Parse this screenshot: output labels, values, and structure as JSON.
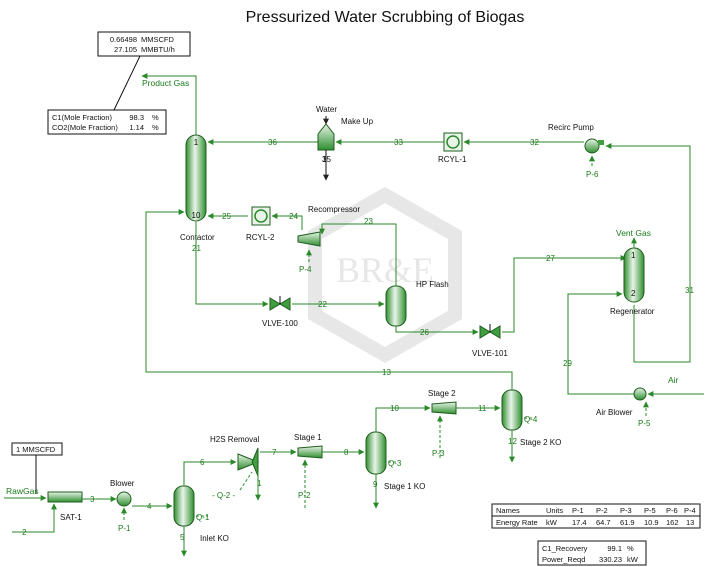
{
  "title": "Pressurized Water Scrubbing of Biogas",
  "product_box": {
    "row1_value": "0.66498",
    "row1_unit": "MMSCFD",
    "row2_value": "27.105",
    "row2_unit": "MMBTU/h"
  },
  "composition_box": {
    "row1_label": "C1(Mole Fraction)",
    "row1_value": "98.3",
    "row1_unit": "%",
    "row2_label": "CO2(Mole Fraction)",
    "row2_value": "1.14",
    "row2_unit": "%"
  },
  "feed_box": {
    "text": "1  MMSCFD"
  },
  "unit_labels": {
    "water": "Water",
    "make_up": "Make Up",
    "recirc_pump": "Recirc Pump",
    "rcyl1": "RCYL-1",
    "recompressor": "Recompressor",
    "rcyl2": "RCYL-2",
    "contactor": "Contactor",
    "hp_flash": "HP Flash",
    "vent_gas": "Vent Gas",
    "regenerator": "Regenerator",
    "vlve100": "VLVE-100",
    "vlve101": "VLVE-101",
    "air": "Air",
    "air_blower": "Air Blower",
    "h2s_removal": "H2S Removal",
    "stage1": "Stage 1",
    "stage2": "Stage 2",
    "stage1_ko": "Stage 1 KO",
    "stage2_ko": "Stage 2 KO",
    "blower": "Blower",
    "sat1": "SAT-1",
    "inlet_ko": "Inlet KO",
    "product_gas": "Product Gas",
    "raw_gas": "RawGas",
    "p1": "P-1",
    "p2": "P-2",
    "p3": "P-3",
    "p4": "P-4",
    "p5": "P-5",
    "p6": "P-6",
    "q1": "Q-1",
    "q2": "- Q-2 -",
    "q3": "Q-3",
    "q4": "Q-4",
    "tray1a": "1",
    "tray1b": "1",
    "tray2": "2",
    "tray10": "10"
  },
  "stream_numbers": {
    "s1": "1",
    "s2": "2",
    "s3": "3",
    "s4": "4",
    "s5": "5",
    "s6": "6",
    "s7": "7",
    "s8": "8",
    "s9": "9",
    "s10": "10",
    "s11": "11",
    "s12": "12",
    "s13": "13",
    "s21": "21",
    "s22": "22",
    "s23": "23",
    "s24": "24",
    "s25": "25",
    "s26": "26",
    "s27": "27",
    "s29": "29",
    "s31": "31",
    "s32": "32",
    "s33": "33",
    "s35": "35",
    "s36": "36"
  },
  "energy_table": {
    "headers": [
      "Names",
      "Units",
      "P-1",
      "P-2",
      "P-3",
      "P-5",
      "P-6",
      "P-4"
    ],
    "row": [
      "Energy Rate",
      "kW",
      "17.4",
      "64.7",
      "61.9",
      "10.9",
      "162",
      "13"
    ]
  },
  "summary_box": {
    "row1_label": "C1_Recovery",
    "row1_value": "99.1",
    "row1_unit": "%",
    "row2_label": "Power_Reqd",
    "row2_value": "330.23",
    "row2_unit": "kW"
  },
  "watermark": "BR&E",
  "colors": {
    "stream": "#2a8a2a",
    "equipment_fill": "#3f9e3f",
    "text": "#111111"
  }
}
